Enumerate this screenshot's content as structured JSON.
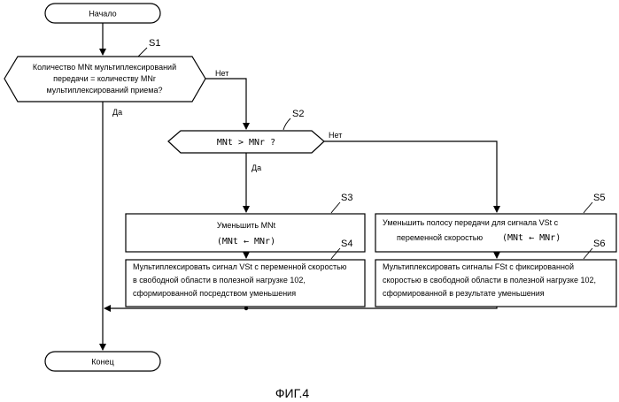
{
  "start": "Начало",
  "end": "Конец",
  "caption": "ФИГ.4",
  "s1": {
    "label": "S1",
    "lines": [
      "Количество MNt мультиплексирований",
      "передачи = количеству MNr",
      "мультиплексирований приема?"
    ],
    "no": "Нет",
    "yes": "Да"
  },
  "s2": {
    "label": "S2",
    "text": "MNt > MNr ?",
    "no": "Нет",
    "yes": "Да"
  },
  "s3": {
    "label": "S3",
    "line1": "Уменьшить MNt",
    "line2": "(MNt ← MNr)"
  },
  "s4": {
    "label": "S4",
    "lines": [
      "Мультиплексировать сигнал VSt с переменной скоростью",
      "в свободной области в полезной нагрузке 102,",
      "сформированной посредством  уменьшения"
    ]
  },
  "s5": {
    "label": "S5",
    "line1": "Уменьшить полосу передачи для сигнала VSt с",
    "line2": "переменной скоростью",
    "line2b": "(MNt ← MNr)"
  },
  "s6": {
    "label": "S6",
    "lines": [
      "Мультиплексировать сигналы FSt с фиксированной",
      "скоростью в свободной области в полезной нагрузке 102,",
      "сформированной в результате уменьшения"
    ]
  }
}
